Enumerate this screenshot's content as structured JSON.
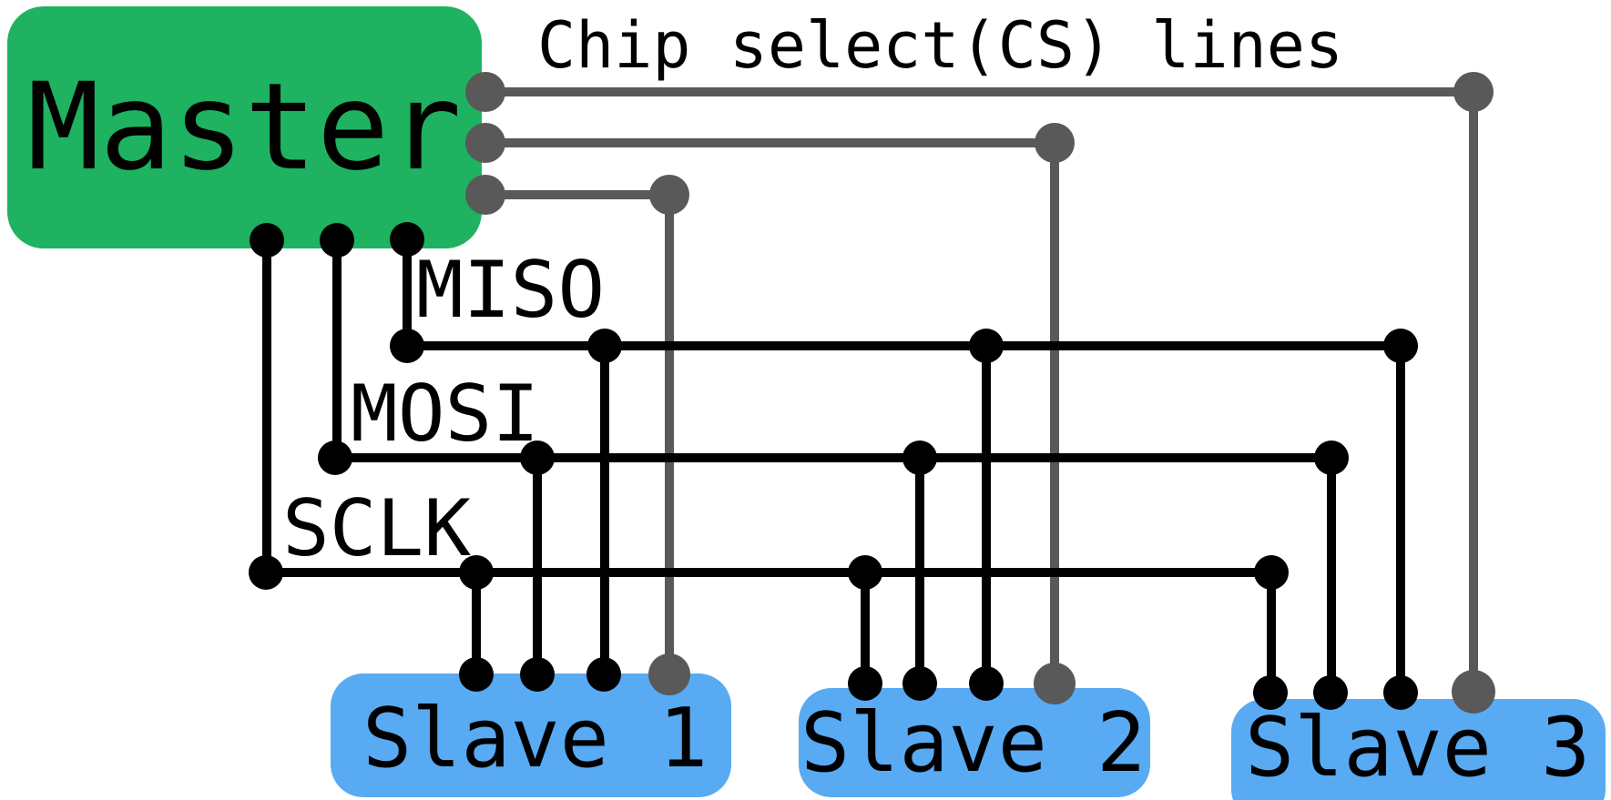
{
  "diagram_title": "Chip select(CS) lines",
  "master": {
    "label": "Master"
  },
  "slaves": [
    {
      "label": "Slave 1"
    },
    {
      "label": "Slave 2"
    },
    {
      "label": "Slave 3"
    }
  ],
  "buses": [
    {
      "label": "MISO"
    },
    {
      "label": "MOSI"
    },
    {
      "label": "SCLK"
    }
  ],
  "colors": {
    "master_green": "#1EB261",
    "slave_blue": "#58AAF3",
    "cs_gray": "#595959",
    "bus_black": "#000000",
    "background": "#FFFFFF"
  }
}
